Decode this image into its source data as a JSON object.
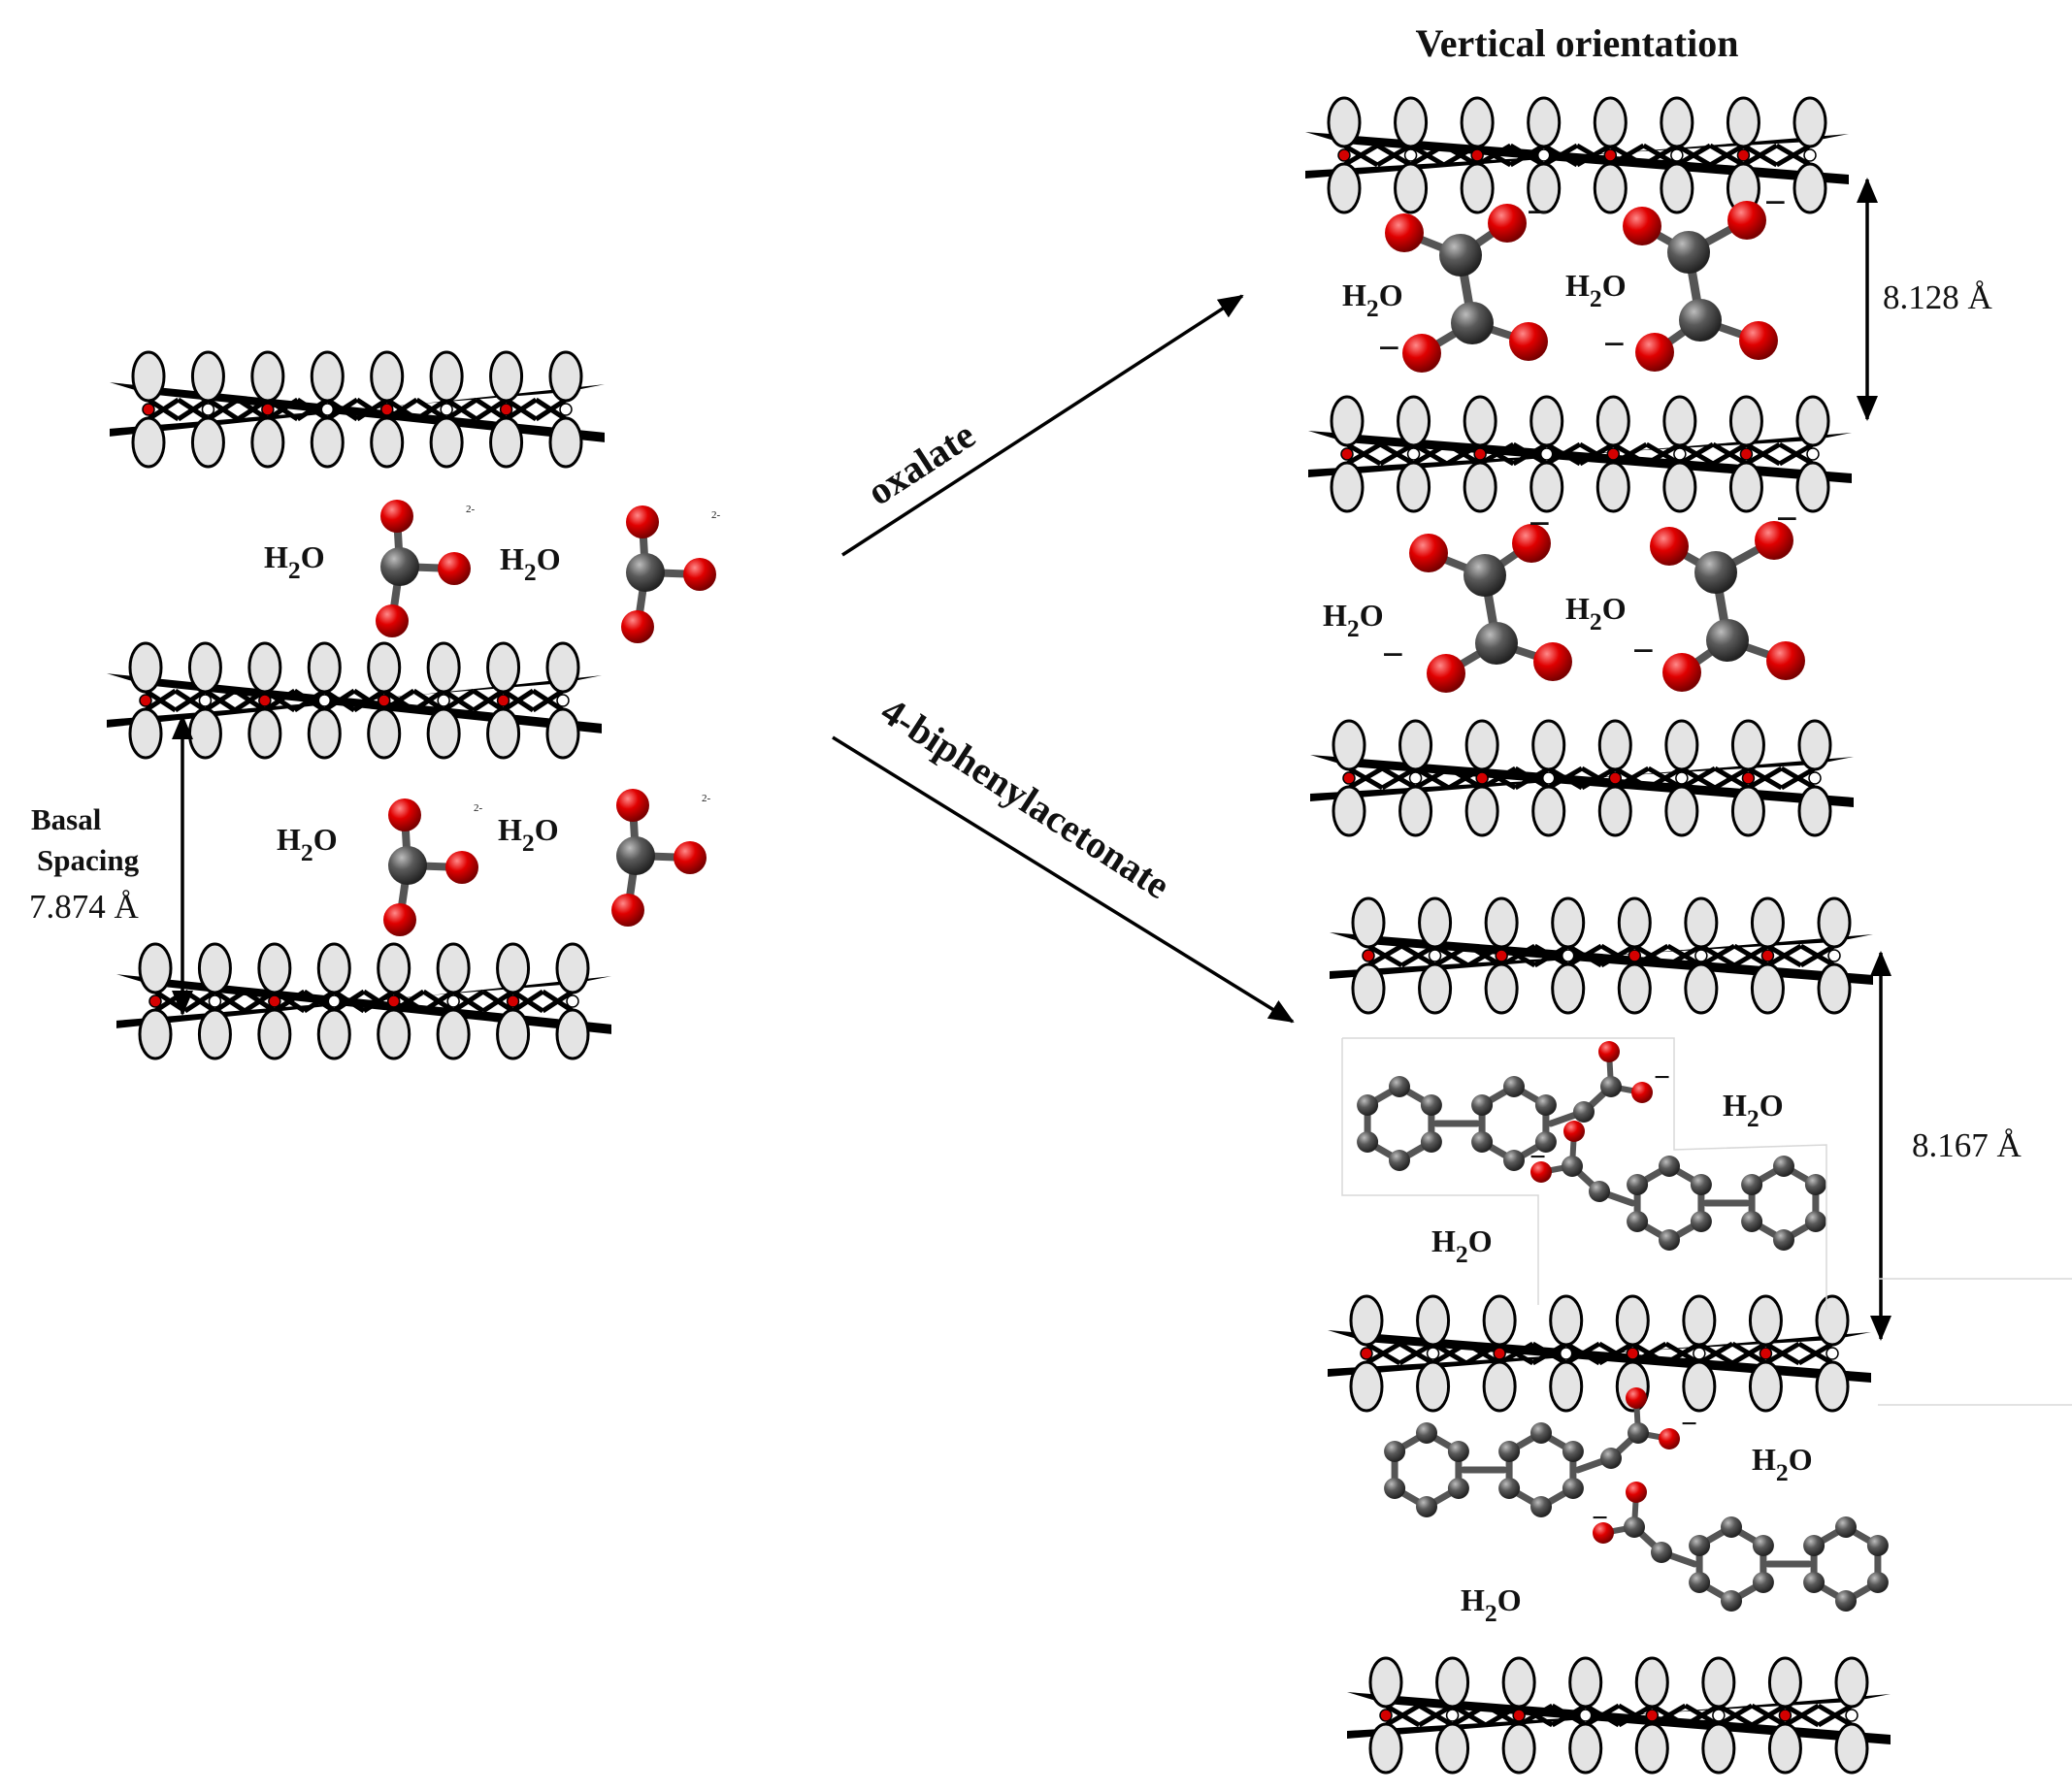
{
  "title": "Vertical orientation",
  "basal_label": {
    "line1": "Basal",
    "line2": "Spacing",
    "value": "7.874 Å"
  },
  "arrow_labels": {
    "upper": "oxalate",
    "lower": "4-biphenylacetonate"
  },
  "spacings": {
    "oxalate": "8.128 Å",
    "biphenyl": "8.167 Å"
  },
  "water": {
    "h": "H",
    "sub": "2",
    "o": "O"
  },
  "charges": {
    "dianion": "2-",
    "minus": "−"
  },
  "colors": {
    "oxygen": "#d40000",
    "carbon": "#555555",
    "hydroxide": "#e6e6e6",
    "layer": "#000000"
  }
}
